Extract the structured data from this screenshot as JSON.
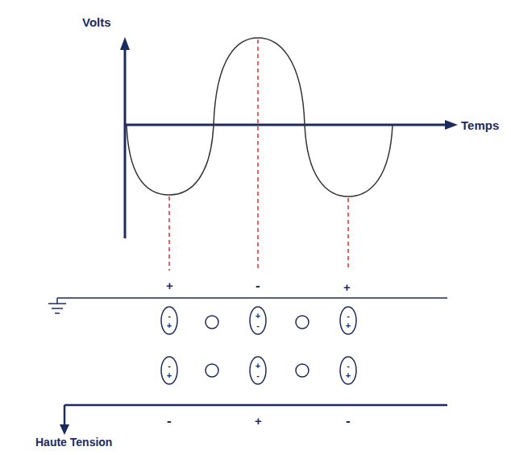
{
  "diagram": {
    "nodes": [
      {
        "text": [
          "-",
          "+"
        ]
      },
      {
        "text": [
          "+",
          "-"
        ]
      },
      {
        "text": [
          "-",
          "+"
        ]
      },
      {
        "text": [
          "-",
          "+"
        ]
      },
      {
        "text": [
          "+",
          "-"
        ]
      },
      {
        "text": [
          "-",
          "+"
        ]
      }
    ],
    "labels": [
      "Volts",
      "Temps",
      "+",
      "-",
      "+",
      "-",
      "+",
      "-",
      "Haute Tension"
    ]
  }
}
